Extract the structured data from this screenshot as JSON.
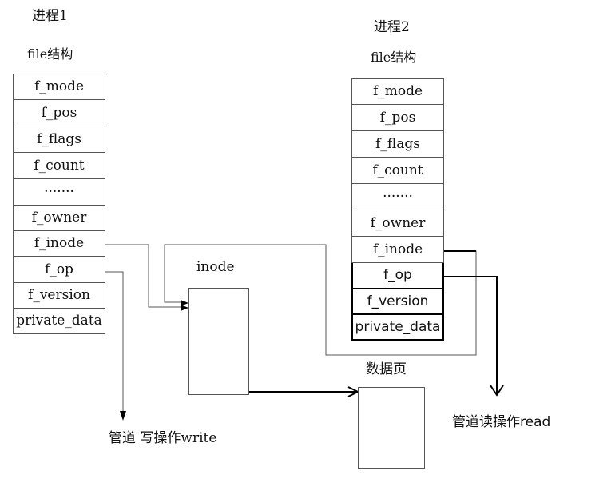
{
  "process1": {
    "title": "进程1",
    "subtitle": "file结构",
    "fields": [
      "f_mode",
      "f_pos",
      "f_flags",
      "f_count",
      "·······",
      "f_owner",
      "f_inode",
      "f_op",
      "f_version",
      "private_data"
    ]
  },
  "process2": {
    "title": "进程2",
    "subtitle": "file结构",
    "fields": [
      "f_mode",
      "f_pos",
      "f_flags",
      "f_count",
      "·······",
      "f_owner",
      "f_inode",
      "f_op",
      "f_version",
      "private_data"
    ]
  },
  "inode": {
    "label": "inode"
  },
  "data_page": {
    "label": "数据页"
  },
  "pipe_write": {
    "label": "管道 写操作write"
  },
  "pipe_read": {
    "label": "管道读操作read"
  }
}
